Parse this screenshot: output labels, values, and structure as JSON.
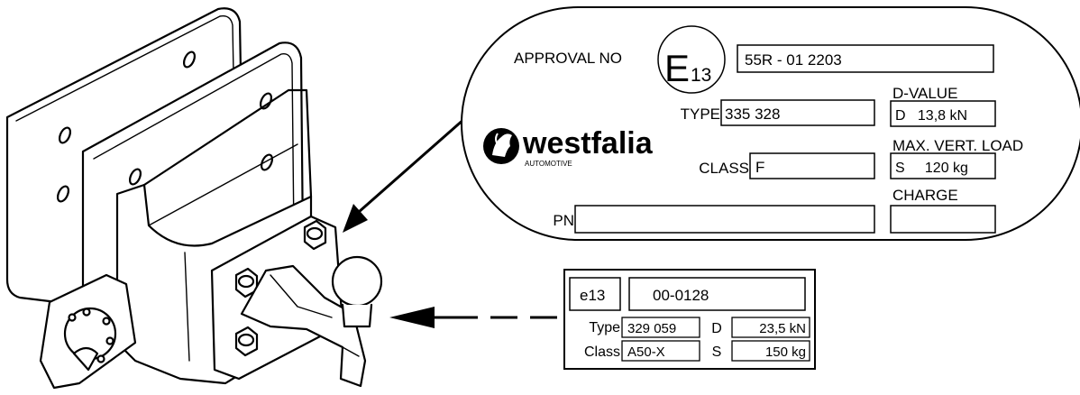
{
  "plate": {
    "approval_label": "APPROVAL NO",
    "e_mark_letter": "E",
    "e_mark_number": "13",
    "approval_number": "55R - 01 2203",
    "dvalue_label": "D-VALUE",
    "dvalue_value": "D   13,8 kN",
    "type_label": "TYPE",
    "type_value": "335 328",
    "maxload_label": "MAX. VERT. LOAD",
    "maxload_value": "S     120 kg",
    "class_label": "CLASS",
    "class_value": "F",
    "charge_label": "CHARGE",
    "charge_value": "",
    "pn_label": "PN",
    "pn_value": ""
  },
  "logo": {
    "brand": "westfalia",
    "sub": "AUTOMOTIVE"
  },
  "label": {
    "e_code": "e13",
    "number": "00-0128",
    "type_label": "Type",
    "type_value": "329 059",
    "d_label": "D",
    "d_value": "23,5 kN",
    "class_label": "Class",
    "class_value": "A50-X",
    "s_label": "S",
    "s_value": "150 kg"
  }
}
